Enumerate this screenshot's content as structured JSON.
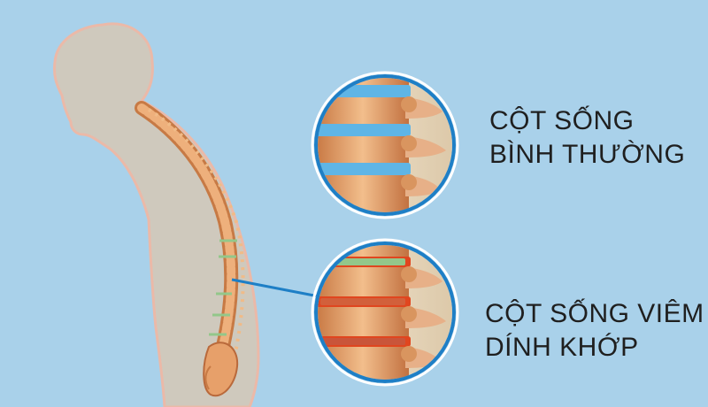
{
  "labels": {
    "normal": {
      "line1": "CỘT SỐNG",
      "line2": "BÌNH THƯỜNG"
    },
    "ankylosing": {
      "line1": "CỘT SỐNG VIÊM",
      "line2": "DÍNH KHỚP"
    }
  },
  "colors": {
    "background": "#a9d1ea",
    "silhouette": "#cfc9bd",
    "silhouette_outline": "#ebb9a8",
    "bone": "#e9a36b",
    "healthy_disc": "#5fb5e6",
    "inflamed_disc": "#e0461f",
    "fused_disc": "#93c78a",
    "circle_border": "#1e7fc6",
    "pointer_line": "#1e7fc6"
  }
}
